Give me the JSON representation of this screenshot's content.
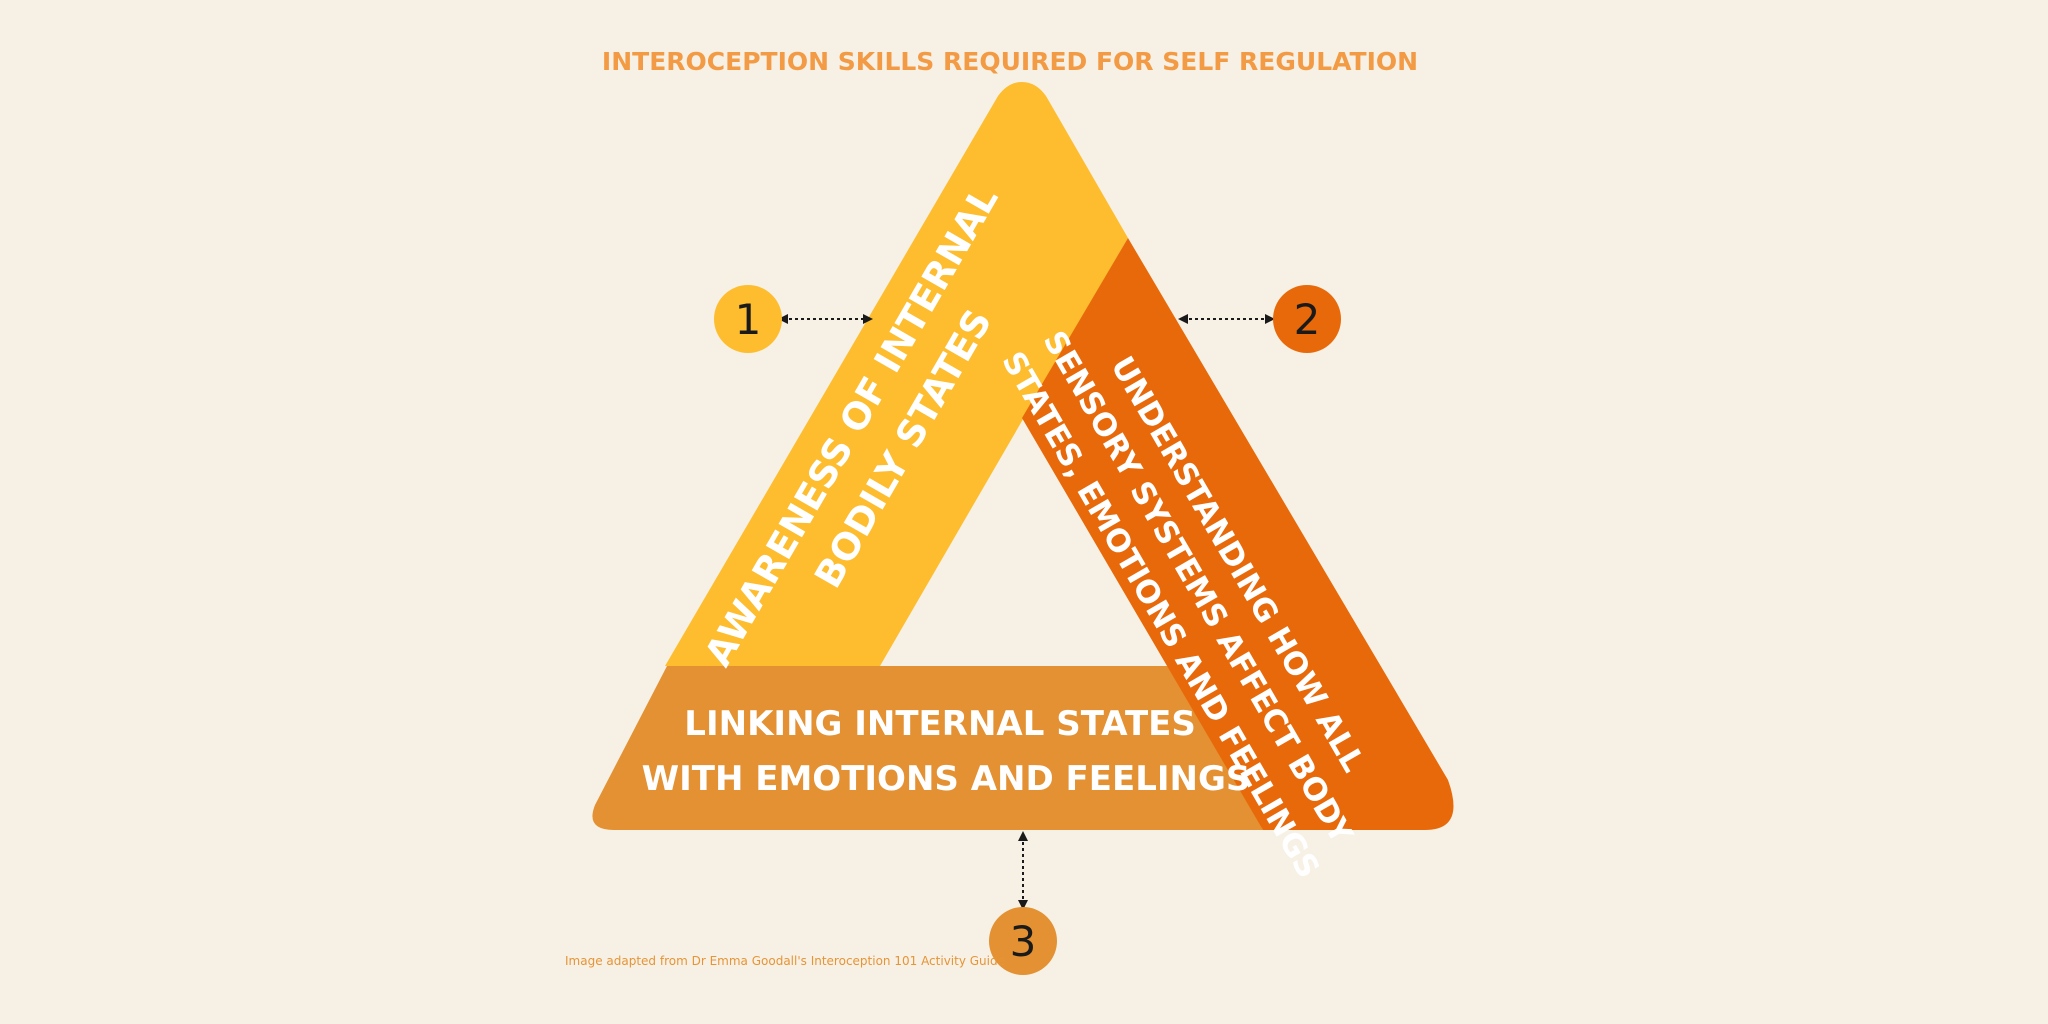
{
  "title": "INTEROCEPTION SKILLS REQUIRED FOR SELF REGULATION",
  "colors": {
    "background": "#f7f1e5",
    "title": "#f39a45",
    "yellow": "#fdbd2e",
    "orange_dark": "#e8690a",
    "orange_mid": "#e39132",
    "text_light": "#ffffff",
    "number": "#1a1a1a"
  },
  "segments": [
    {
      "number": "1",
      "lines": [
        "AWARENESS OF INTERNAL",
        "BODILY STATES"
      ]
    },
    {
      "number": "2",
      "lines": [
        "UNDERSTANDING HOW ALL",
        "SENSORY SYSTEMS AFFECT BODY",
        "STATES, EMOTIONS AND FEELINGS"
      ]
    },
    {
      "number": "3",
      "lines": [
        "LINKING INTERNAL STATES",
        "WITH EMOTIONS AND FEELINGS"
      ]
    }
  ],
  "credit": "Image adapted from Dr Emma Goodall's Interoception 101 Activity Guide"
}
